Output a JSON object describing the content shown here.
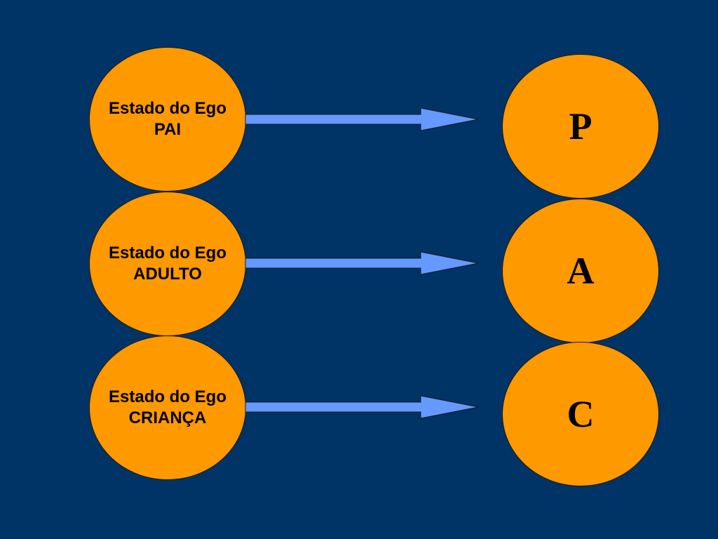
{
  "colors": {
    "background": "#003366",
    "circle_fill": "#FF9900",
    "arrow_fill": "#6699FF",
    "outline": "#1a1a1a"
  },
  "ego_states": [
    {
      "line1": "Estado do Ego",
      "line2": "PAI",
      "letter": "P"
    },
    {
      "line1": "Estado do Ego",
      "line2": "ADULTO",
      "letter": "A"
    },
    {
      "line1": "Estado do Ego",
      "line2": "CRIANÇA",
      "letter": "C"
    }
  ]
}
